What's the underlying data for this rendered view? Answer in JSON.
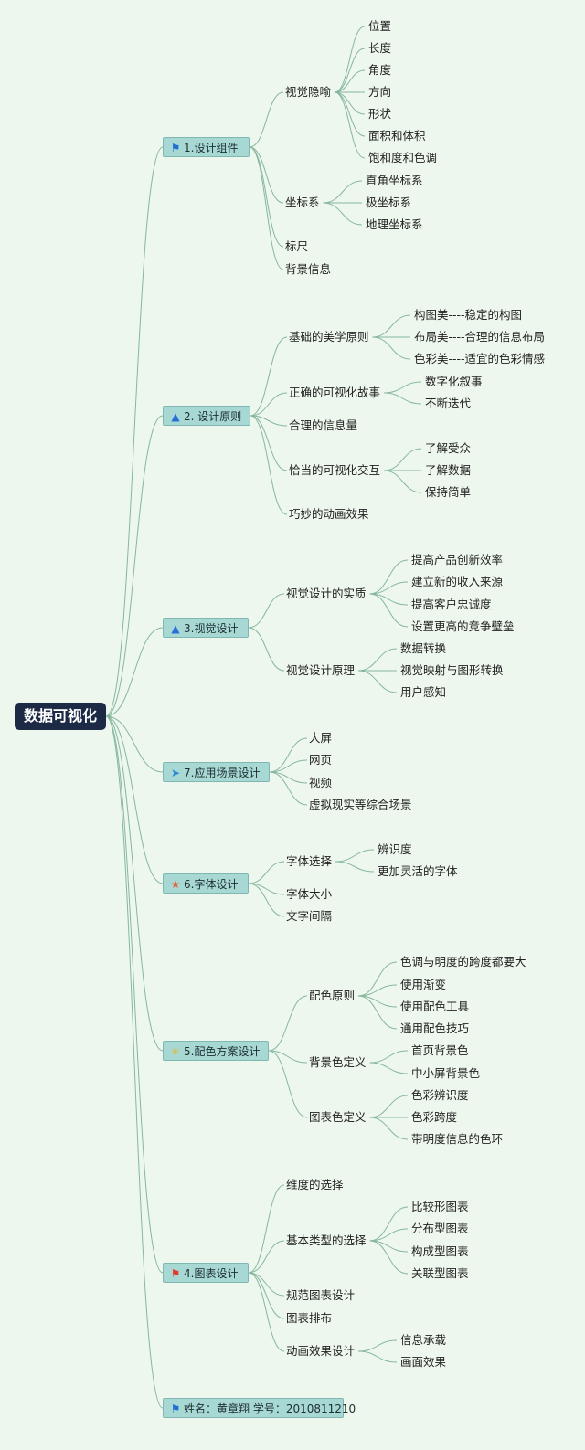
{
  "root": "数据可视化",
  "branches": [
    {
      "label": "1.设计组件",
      "icon": "blue-flag-icon",
      "children": [
        {
          "label": "视觉隐喻",
          "children": [
            "位置",
            "长度",
            "角度",
            "方向",
            "形状",
            "面积和体积",
            "饱和度和色调"
          ]
        },
        {
          "label": "坐标系",
          "children": [
            "直角坐标系",
            "极坐标系",
            "地理坐标系"
          ]
        },
        {
          "label": "标尺"
        },
        {
          "label": "背景信息"
        }
      ]
    },
    {
      "label": "2. 设计原则",
      "icon": "blue-flame-icon",
      "children": [
        {
          "label": "基础的美学原则",
          "children": [
            "构图美----稳定的构图",
            "布局美----合理的信息布局",
            "色彩美----适宜的色彩情感"
          ]
        },
        {
          "label": "正确的可视化故事",
          "children": [
            "数字化叙事",
            "不断迭代"
          ]
        },
        {
          "label": "合理的信息量"
        },
        {
          "label": "恰当的可视化交互",
          "children": [
            "了解受众",
            "了解数据",
            "保持简单"
          ]
        },
        {
          "label": "巧妙的动画效果"
        }
      ]
    },
    {
      "label": "3.视觉设计",
      "icon": "blue-flame-icon",
      "children": [
        {
          "label": "视觉设计的实质",
          "children": [
            "提高产品创新效率",
            "建立新的收入来源",
            "提高客户忠诚度",
            "设置更高的竞争壁垒"
          ]
        },
        {
          "label": "视觉设计原理",
          "children": [
            "数据转换",
            "视觉映射与图形转换",
            "用户感知"
          ]
        }
      ]
    },
    {
      "label": "7.应用场景设计",
      "icon": "paper-plane-icon",
      "children": [
        {
          "label": "大屏"
        },
        {
          "label": "网页"
        },
        {
          "label": "视频"
        },
        {
          "label": "虚拟现实等综合场景"
        }
      ]
    },
    {
      "label": "6.字体设计",
      "icon": "orange-star-icon",
      "children": [
        {
          "label": "字体选择",
          "children": [
            "辨识度",
            "更加灵活的字体"
          ]
        },
        {
          "label": "字体大小"
        },
        {
          "label": "文字间隔"
        }
      ]
    },
    {
      "label": "5.配色方案设计",
      "icon": "yellow-sun-icon",
      "children": [
        {
          "label": "配色原则",
          "children": [
            "色调与明度的跨度都要大",
            "使用渐变",
            "使用配色工具",
            "通用配色技巧"
          ]
        },
        {
          "label": "背景色定义",
          "children": [
            "首页背景色",
            "中小屏背景色"
          ]
        },
        {
          "label": "图表色定义",
          "children": [
            "色彩辨识度",
            "色彩跨度",
            "带明度信息的色环"
          ]
        }
      ]
    },
    {
      "label": "4.图表设计",
      "icon": "red-flag-icon",
      "children": [
        {
          "label": "维度的选择"
        },
        {
          "label": "基本类型的选择",
          "children": [
            "比较形图表",
            "分布型图表",
            "构成型图表",
            "关联型图表"
          ]
        },
        {
          "label": "规范图表设计"
        },
        {
          "label": "图表排布"
        },
        {
          "label": "动画效果设计",
          "children": [
            "信息承载",
            "画面效果"
          ]
        }
      ]
    },
    {
      "label": "姓名：黄章翔 学号：2010811210",
      "icon": "blue-flag-icon",
      "children": []
    }
  ]
}
